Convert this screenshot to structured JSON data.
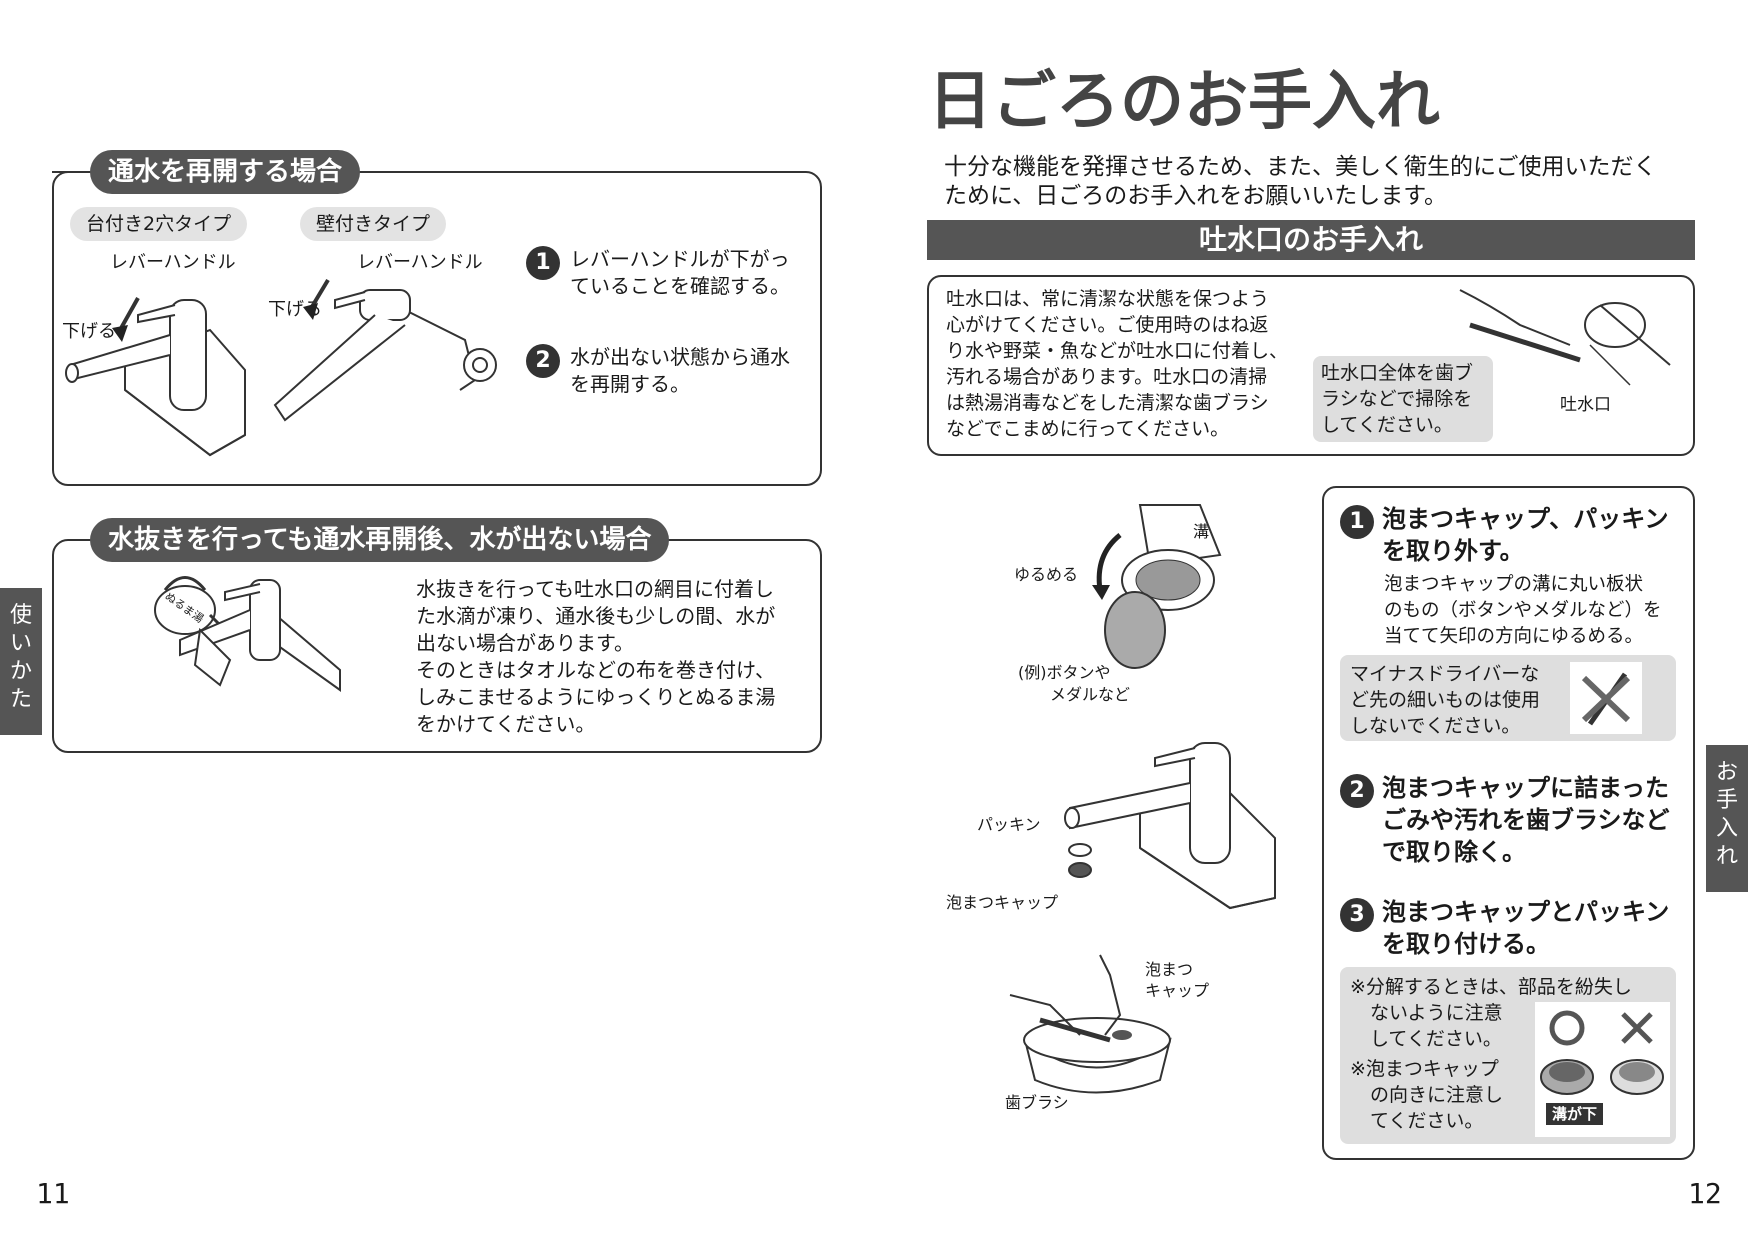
{
  "left": {
    "section1": {
      "title": "通水を再開する場合",
      "tag_a": "台付き2穴タイプ",
      "tag_b": "壁付きタイプ",
      "label_lever_a": "レバーハンドル",
      "label_down_a": "下げる",
      "label_lever_b": "レバーハンドル",
      "label_down_b": "下げる",
      "steps": [
        {
          "num": "1",
          "text1": "レバーハンドルが下がっ",
          "text2": "ていることを確認する。"
        },
        {
          "num": "2",
          "text1": "水が出ない状態から通水",
          "text2": "を再開する。"
        }
      ]
    },
    "section2": {
      "title": "水抜きを行っても通水再開後、水が出ない場合",
      "kettle_label": "ぬるま湯",
      "lines": [
        "水抜きを行っても吐水口の網目に付着し",
        "た水滴が凍り、通水後も少しの間、水が",
        "出ない場合があります。",
        "そのときはタオルなどの布を巻き付け、",
        "しみこませるようにゆっくりとぬるま湯",
        "をかけてください。"
      ]
    },
    "side_tab": [
      "使",
      "い",
      "か",
      "た"
    ],
    "page_number": "11"
  },
  "right": {
    "title": "日ごろのお手入れ",
    "intro1": "十分な機能を発揮させるため、また、美しく衛生的にご使用いただく",
    "intro2": "ために、日ごろのお手入れをお願いいたします。",
    "band": "吐水口のお手入れ",
    "spout_box": {
      "lines": [
        "吐水口は、常に清潔な状態を保つよう",
        "心がけてください。ご使用時のはね返",
        "り水や野菜・魚などが吐水口に付着し、",
        "汚れる場合があります。吐水口の清掃",
        "は熱湯消毒などをした清潔な歯ブラシ",
        "などでこまめに行ってください。"
      ],
      "note": [
        "吐水口全体を歯ブ",
        "ラシなどで掃除を",
        "してください。"
      ],
      "label_spout": "吐水口"
    },
    "fig_labels": {
      "groove": "溝",
      "loosen": "ゆるめる",
      "example1": "(例)ボタンや",
      "example2": "メダルなど",
      "packing": "パッキン",
      "cap": "泡まつキャップ",
      "cap_b1": "泡まつ",
      "cap_b2": "キャップ",
      "toothbrush": "歯ブラシ"
    },
    "steps": [
      {
        "num": "1",
        "l1": "泡まつキャップ、パッキン",
        "l2": "を取り外す。",
        "sub": [
          "泡まつキャップの溝に丸い板状",
          "のもの（ボタンやメダルなど）を",
          "当てて矢印の方向にゆるめる。"
        ]
      },
      {
        "num": "2",
        "l1": "泡まつキャップに詰まった",
        "l2": "ごみや汚れを歯ブラシなど",
        "l3": "で取り除く。"
      },
      {
        "num": "3",
        "l1": "泡まつキャップとパッキン",
        "l2": "を取り付ける。"
      }
    ],
    "warn": [
      "マイナスドライバーな",
      "ど先の細いものは使用",
      "しないでください。"
    ],
    "notes": [
      "※分解するときは、部品を紛失し",
      "ないように注意",
      "してください。",
      "※泡まつキャップ",
      "の向きに注意し",
      "てください。"
    ],
    "groove_down": "溝が下",
    "side_tab": [
      "お",
      "手",
      "入",
      "れ"
    ],
    "page_number": "12"
  }
}
